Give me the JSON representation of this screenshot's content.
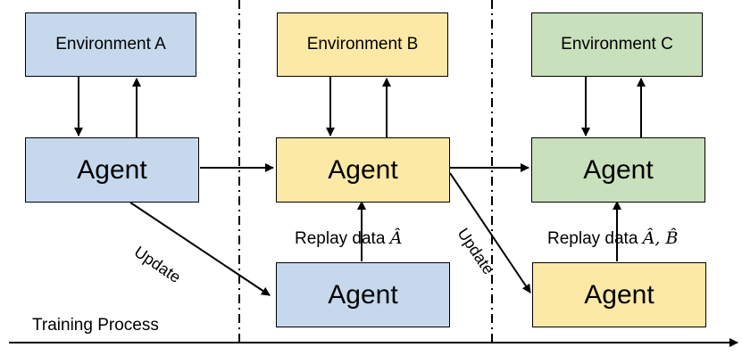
{
  "environments": {
    "a": {
      "label": "Environment A",
      "color": "#c6d9ec"
    },
    "b": {
      "label": "Environment B",
      "color": "#fde9a6"
    },
    "c": {
      "label": "Environment C",
      "color": "#c9e0bc"
    }
  },
  "agents": {
    "top_a": "Agent",
    "top_b": "Agent",
    "top_c": "Agent",
    "bottom_b": "Agent",
    "bottom_c": "Agent"
  },
  "labels": {
    "update_1": "Update",
    "update_2": "Update",
    "replay_b_text": "Replay data",
    "replay_b_math": "Â",
    "replay_c_text": "Replay data",
    "replay_c_math": "Â, B̂",
    "training_process": "Training Process"
  }
}
